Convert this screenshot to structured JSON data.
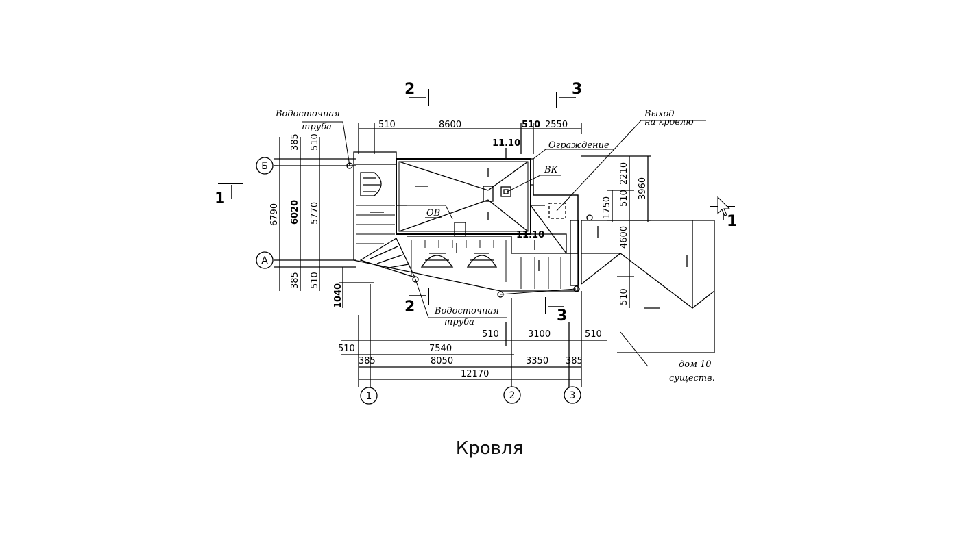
{
  "caption": "Кровля",
  "section_marks": [
    "1",
    "1",
    "2",
    "2",
    "3",
    "3"
  ],
  "axes": {
    "rows": [
      "Б",
      "А"
    ],
    "columns": [
      "1",
      "2",
      "3"
    ]
  },
  "labels": {
    "drain_top_1": "Водосточная",
    "drain_top_2": "труба",
    "drain_bottom_1": "Водосточная",
    "drain_bottom_2": "труба",
    "exit_1": "Выход",
    "exit_2": "на кровлю",
    "fence": "Ограждение",
    "vk": "ВК",
    "ov": "ОВ",
    "level_top": "11.10",
    "level_mid": "11.10",
    "house_1": "дом 10",
    "house_2": "существ."
  },
  "dimensions": {
    "top_510": "510",
    "top_8600": "8600",
    "top_510b": "510",
    "top_2550": "2550",
    "left_385a": "385",
    "left_510a": "510",
    "left_6790": "6790",
    "left_6020": "6020",
    "left_5770": "5770",
    "left_385b": "385",
    "left_510b": "510",
    "left_1040": "1040",
    "right_2210": "2210",
    "right_3960": "3960",
    "right_510": "510",
    "right_1750": "1750",
    "right_4600": "4600",
    "right_510b": "510",
    "b1_510a": "510",
    "b1_3100": "3100",
    "b1_510b": "510",
    "b2_510": "510",
    "b2_7540": "7540",
    "b3_385a": "385",
    "b3_8050": "8050",
    "b3_3350": "3350",
    "b3_385b": "385",
    "b4_12170": "12170"
  }
}
